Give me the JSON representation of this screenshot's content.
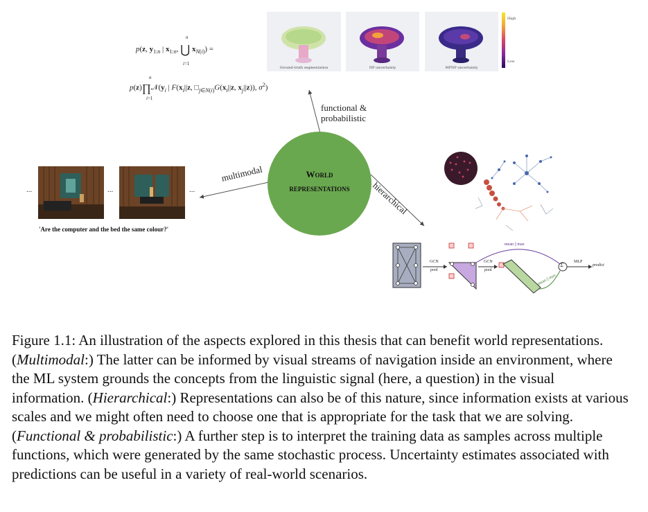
{
  "uncertainty_panels": [
    {
      "caption": "Ground-truth segmentation"
    },
    {
      "caption": "NP uncertainty"
    },
    {
      "caption": "MPNP uncertainty"
    }
  ],
  "colorbar": {
    "high": "High",
    "low": "Low"
  },
  "center": {
    "line1": "World",
    "line2": "representations",
    "color": "#6aa84f"
  },
  "arrows": {
    "functional_line1": "functional &",
    "functional_line2": "probabilistic",
    "multimodal": "multimodal",
    "hierarchical": "hierarchical"
  },
  "nav": {
    "ellipsis": "...",
    "question": "'Are the computer and the bed the same colour?'"
  },
  "gnn": {
    "gcn_1": "GCN",
    "pool_1": "pool",
    "gcn_2": "GCN",
    "pool_2": "pool",
    "mean_max_top": "mean || max",
    "mean_max_bottom": "mean || max",
    "sum": "Σ",
    "mlp": "MLP",
    "predict": "predict"
  },
  "caption": {
    "lead": "Figure 1.1: An illustration of the aspects explored in this thesis that can benefit world representations.",
    "t1_label": "Multimodal",
    "t1_text": "The latter can be informed by visual streams of navigation inside an environment, where the ML system grounds the concepts from the linguistic signal (here, a question) in the visual information.",
    "t2_label": "Hierarchical",
    "t2_text": "Representations can also be of this nature, since information exists at various scales and we might often need to choose one that is appropriate for the task that we are solving.",
    "t3_label": "Functional & probabilistic",
    "t3_text": "A further step is to interpret the training data as samples across multiple functions, which were generated by the same stochastic process. Uncertainty estimates associated with predictions can be useful in a variety of real-world scenarios."
  }
}
